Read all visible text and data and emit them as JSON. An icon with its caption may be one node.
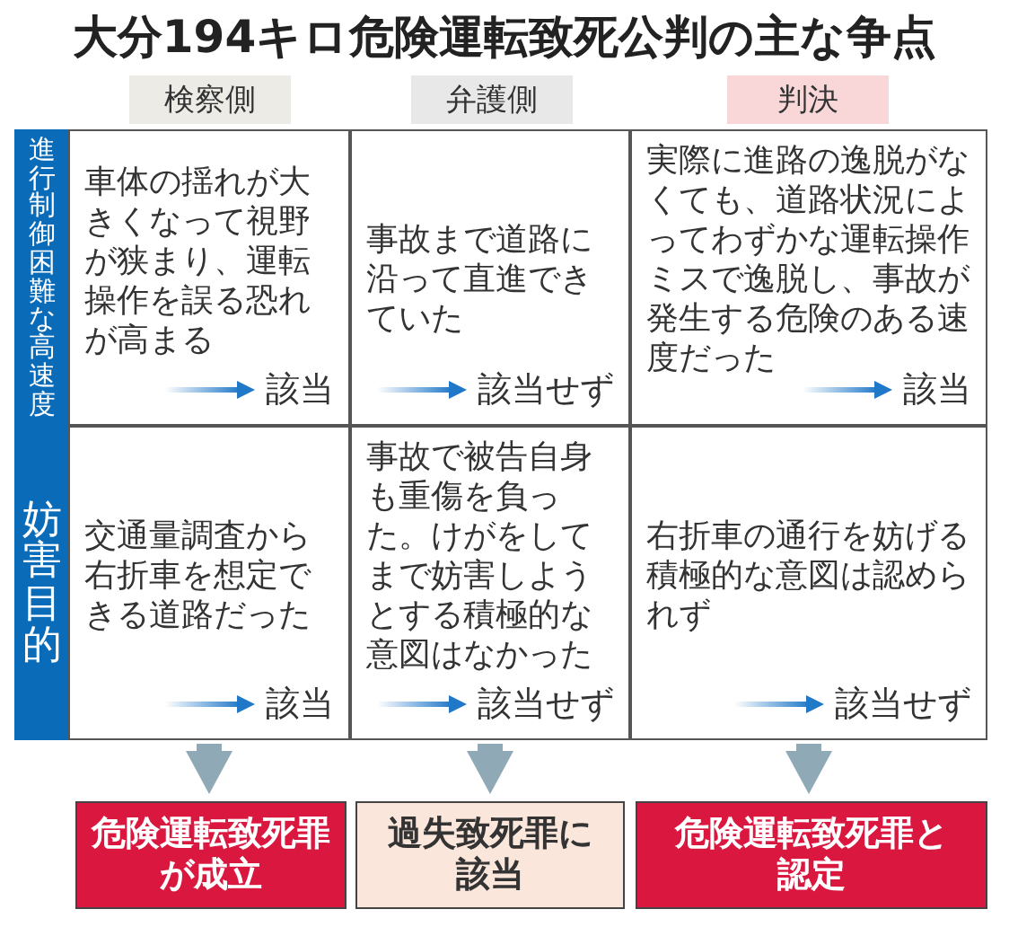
{
  "diagram": {
    "title": "大分194キロ危険運転致死公判の主な争点",
    "nodes": [
      {
        "text": [
          "検察側"
        ]
      },
      {
        "text": [
          "弁護側"
        ]
      },
      {
        "text": [
          "判決"
        ]
      },
      {
        "text": [
          "進行制御困難な高速度"
        ]
      },
      {
        "text": [
          "妨害目的"
        ]
      },
      {
        "text": [
          "車体の揺れが大きくなって視野が狭まり、運転操作を誤る恐れが高まる",
          "該当"
        ]
      },
      {
        "text": [
          "事故まで道路に沿って直進できていた",
          "該当せず"
        ]
      },
      {
        "text": [
          "実際に進路の逸脱がなくても、道路状況によってわずかな運転操作ミスで逸脱し、事故が発生する危険のある速度だった",
          "該当"
        ]
      },
      {
        "text": [
          "交通量調査から右折車を想定できる道路だった",
          "該当"
        ]
      },
      {
        "text": [
          "事故で被告自身も重傷を負った。けがをしてまで妨害しようとする積極的な意図はなかった",
          "該当せず"
        ]
      },
      {
        "text": [
          "右折車の通行を妨げる積極的な意図は認められず",
          "該当せず"
        ]
      },
      {
        "text": [
          "危険運転致死罪が成立"
        ]
      },
      {
        "text": [
          "過失致死罪に該当"
        ]
      },
      {
        "text": [
          "危険運転致死罪と認定"
        ]
      }
    ],
    "edges": [
      {
        "from": 8,
        "to": 11,
        "arrow": "to"
      },
      {
        "from": 9,
        "to": 12,
        "arrow": "to"
      },
      {
        "from": 10,
        "to": 13,
        "arrow": "to"
      }
    ]
  }
}
